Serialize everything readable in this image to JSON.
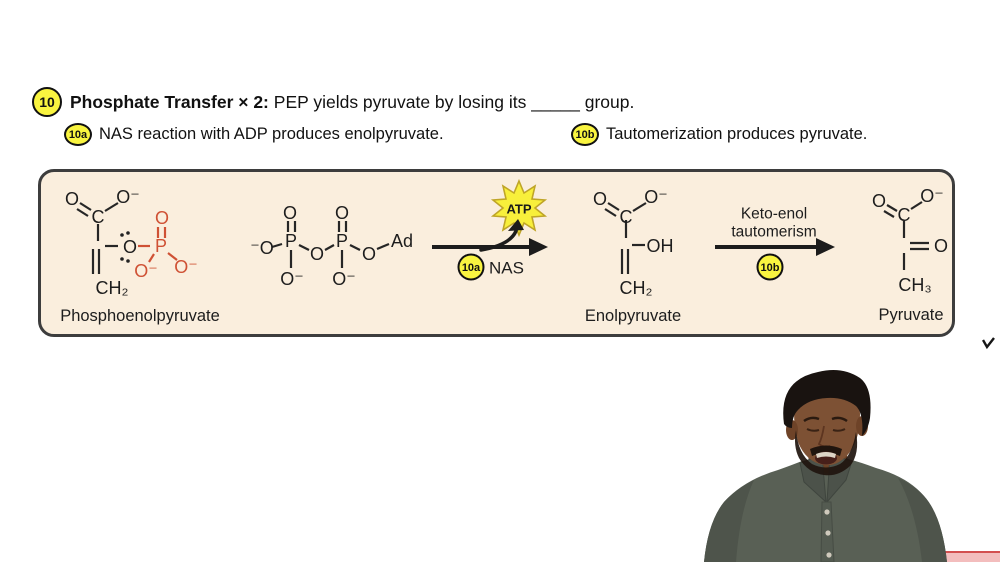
{
  "colors": {
    "badge_yellow": "#f9f440",
    "box_bg": "#faeedd",
    "box_border": "#3d3d3d",
    "highlight_red": "#cf5134",
    "ink": "#1d1d1d",
    "atp_star": "#f8ef3b"
  },
  "header": {
    "badge": "10",
    "title_bold": "Phosphate Transfer × 2:",
    "title_rest": "PEP yields pyruvate by losing its _____ group."
  },
  "steps": [
    {
      "badge": "10a",
      "text": "NAS reaction with ADP produces enolpyruvate."
    },
    {
      "badge": "10b",
      "text": "Tautomerization produces pyruvate."
    }
  ],
  "scheme": {
    "pep": {
      "label": "Phosphoenolpyruvate",
      "atoms": {
        "o_carbonyl": "O",
        "c": "C",
        "o_minus": "O⁻",
        "o_ether": "O",
        "ch2": "CH₂",
        "p": "P",
        "p_o": "O",
        "p_o_minus_left": "O⁻",
        "p_o_minus_right": "O⁻"
      }
    },
    "adp": {
      "atoms": {
        "o_left": "⁻O",
        "p1": "P",
        "p1_o": "O",
        "p1_o_minus": "O⁻",
        "o_bridge": "O",
        "p2": "P",
        "p2_o": "O",
        "p2_o_minus": "O⁻",
        "o_right": "O",
        "ad": "Ad"
      }
    },
    "step1": {
      "badge": "10a",
      "name": "NAS",
      "burst": "ATP"
    },
    "enolpyruvate": {
      "label": "Enolpyruvate",
      "atoms": {
        "o_carbonyl": "O",
        "c": "C",
        "o_minus": "O⁻",
        "oh": "OH",
        "ch2": "CH₂"
      }
    },
    "step2": {
      "badge": "10b",
      "caption_line1": "Keto-enol",
      "caption_line2": "tautomerism"
    },
    "pyruvate": {
      "label": "Pyruvate",
      "atoms": {
        "o_carbonyl": "O",
        "c": "C",
        "o_minus": "O⁻",
        "o_keto": "O",
        "ch3": "CH₃"
      }
    }
  }
}
